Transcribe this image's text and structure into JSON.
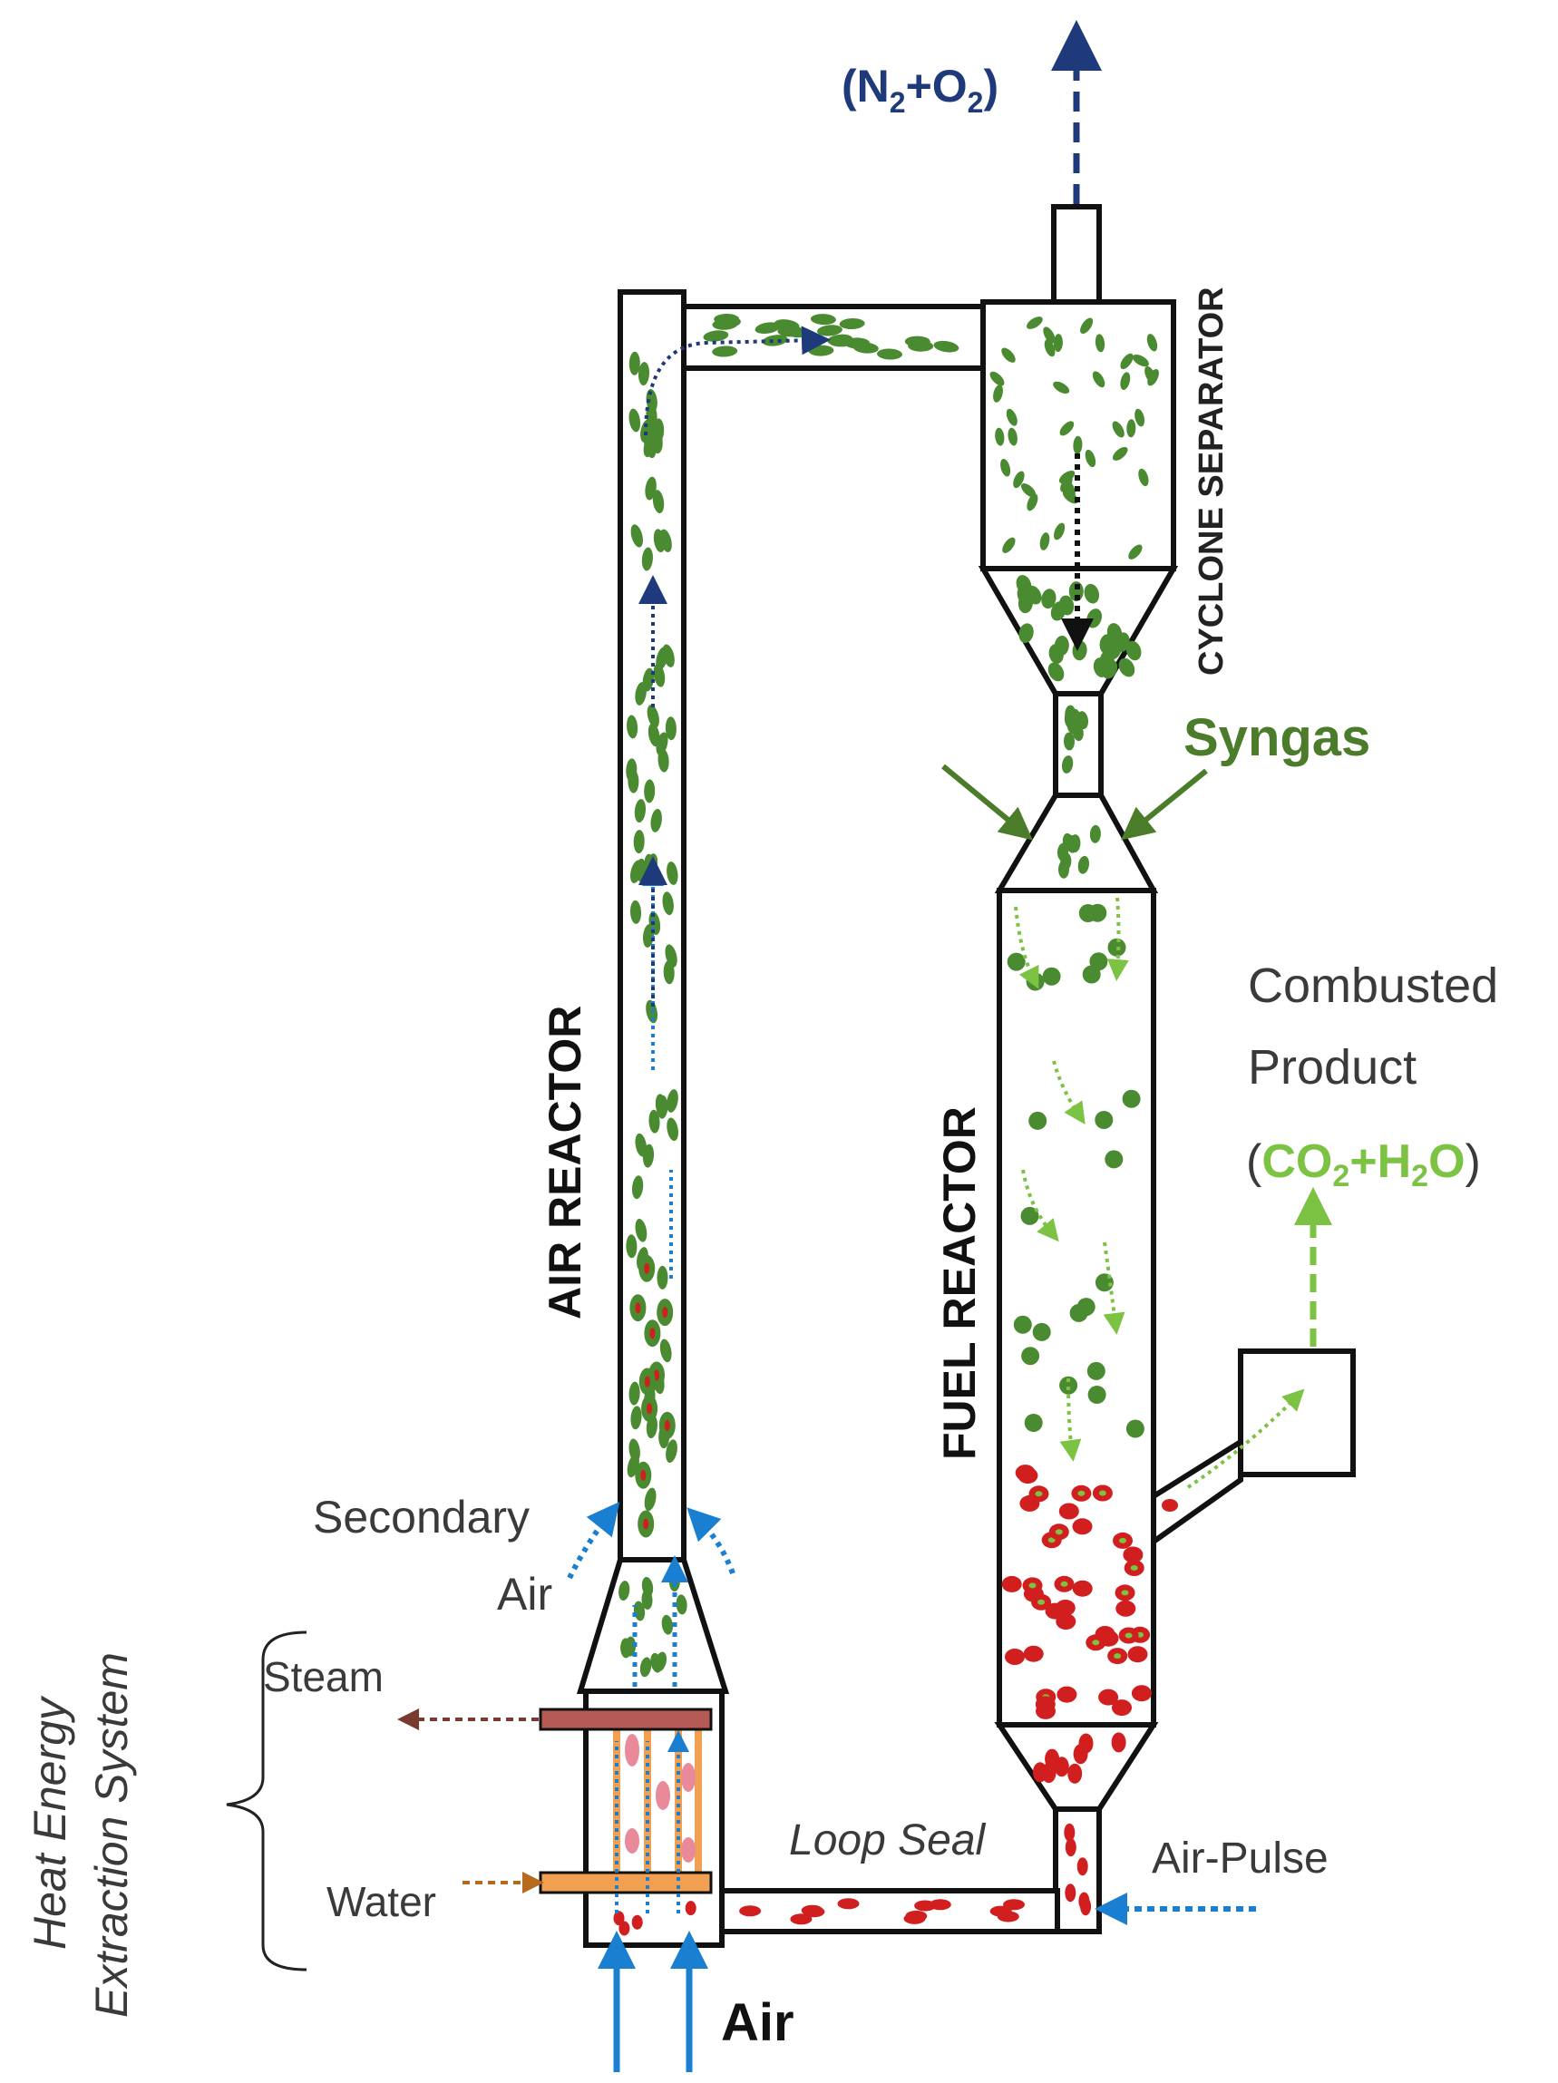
{
  "labels": {
    "exhaust_top_prefix": "(N",
    "exhaust_top_sub1": "2",
    "exhaust_top_mid": "+O",
    "exhaust_top_sub2": "2",
    "exhaust_top_suffix": ")",
    "cyclone": "CYCLONE SEPARATOR",
    "syngas": "Syngas",
    "air_reactor": "AIR REACTOR",
    "fuel_reactor": "FUEL REACTOR",
    "combusted_line1": "Combusted",
    "combusted_line2": "Product",
    "combusted_open": "(",
    "combusted_co": "CO",
    "combusted_sub1": "2",
    "combusted_plus_h": "+H",
    "combusted_sub2": "2",
    "combusted_o": "O",
    "combusted_close": ")",
    "secondary_line1": "Secondary",
    "secondary_line2": "Air",
    "heat_line1": "Heat Energy",
    "heat_line2": "Extraction System",
    "steam": "Steam",
    "water": "Water",
    "loop_seal": "Loop Seal",
    "air_pulse": "Air-Pulse",
    "air": "Air"
  },
  "colors": {
    "navy": "#1f3a7a",
    "green_dark": "#4a7c2a",
    "green_light": "#7cc243",
    "blue": "#1a7fd0",
    "red": "#d11e1e",
    "steam": "#7a3a30",
    "water": "#b56a1e",
    "heat_bar_steam": "#b65a55",
    "heat_bar_water": "#f0a050",
    "gray_text": "#3a3a3a"
  }
}
